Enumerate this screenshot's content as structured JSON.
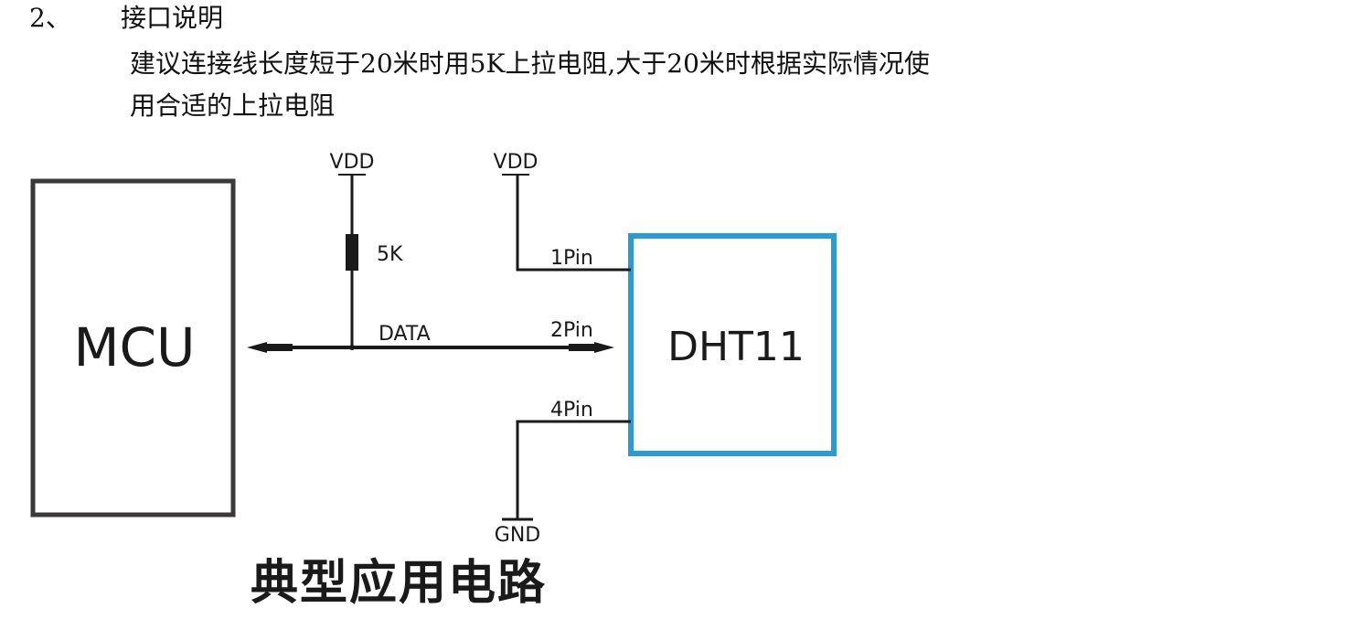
{
  "section": {
    "number": "2、",
    "title": "接口说明",
    "line1": "建议连接线长度短于20米时用5K上拉电阻,大于20米时根据实际情况使",
    "line2": "用合适的上拉电阻"
  },
  "diagram": {
    "mcu_label": "MCU",
    "sensor_label": "DHT11",
    "vdd_left": "VDD",
    "vdd_right": "VDD",
    "resistor_label": "5K",
    "data_label": "DATA",
    "pin1": "1Pin",
    "pin2": "2Pin",
    "pin4": "4Pin",
    "gnd": "GND",
    "colors": {
      "mcu_border": "#3a3838",
      "sensor_border": "#2b9bd1",
      "wire": "#1a1a1a"
    }
  },
  "caption": "典型应用电路"
}
